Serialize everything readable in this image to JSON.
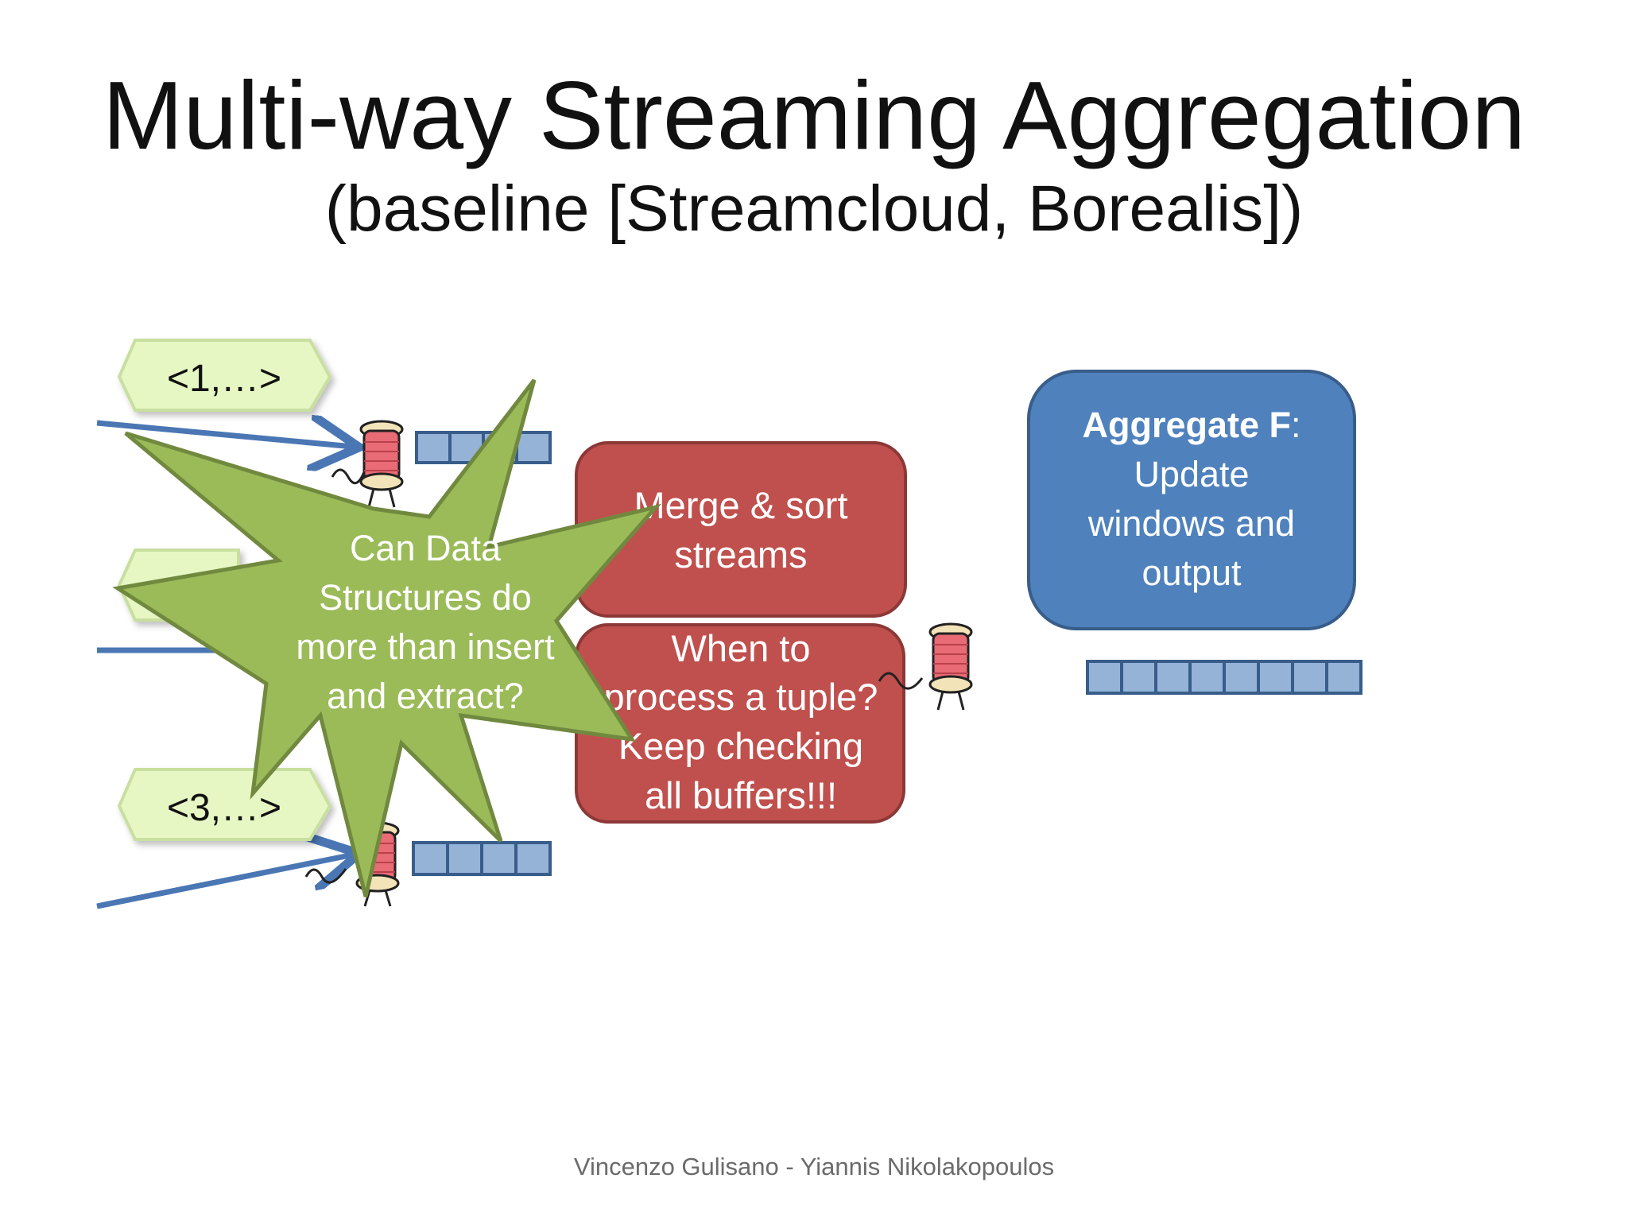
{
  "title": "Multi-way Streaming Aggregation",
  "subtitle": "(baseline [Streamcloud, Borealis])",
  "footer": "Vincenzo Gulisano - Yiannis Nikolakopoulos",
  "tuples": {
    "first": "<1,…>",
    "third": "<3,…>"
  },
  "merge_box": {
    "line1": "Merge & sort",
    "line2": "streams"
  },
  "process_box": {
    "line1": "When to",
    "line2": "process a tuple?",
    "line3": "Keep checking",
    "line4": "all buffers!!!"
  },
  "aggregate_box": {
    "bold": "Aggregate F",
    "colon": ":",
    "line2": "Update",
    "line3": "windows and",
    "line4": "output"
  },
  "callout": {
    "line1": "Can Data",
    "line2": "Structures do",
    "line3": "more than insert",
    "line4": "and extract?"
  },
  "colors": {
    "arrow": "#4a77b4",
    "tag_fill": "#e6f7c4",
    "tag_stroke": "#c9dfa0",
    "buffer_fill": "#95b3d7",
    "buffer_stroke": "#385d8a",
    "red_box": "#c0504d",
    "red_box_stroke": "#8c3836",
    "blue_box": "#4f81bd",
    "blue_box_stroke": "#385d8a",
    "star_fill": "#9bbb59",
    "star_stroke": "#71893f"
  }
}
